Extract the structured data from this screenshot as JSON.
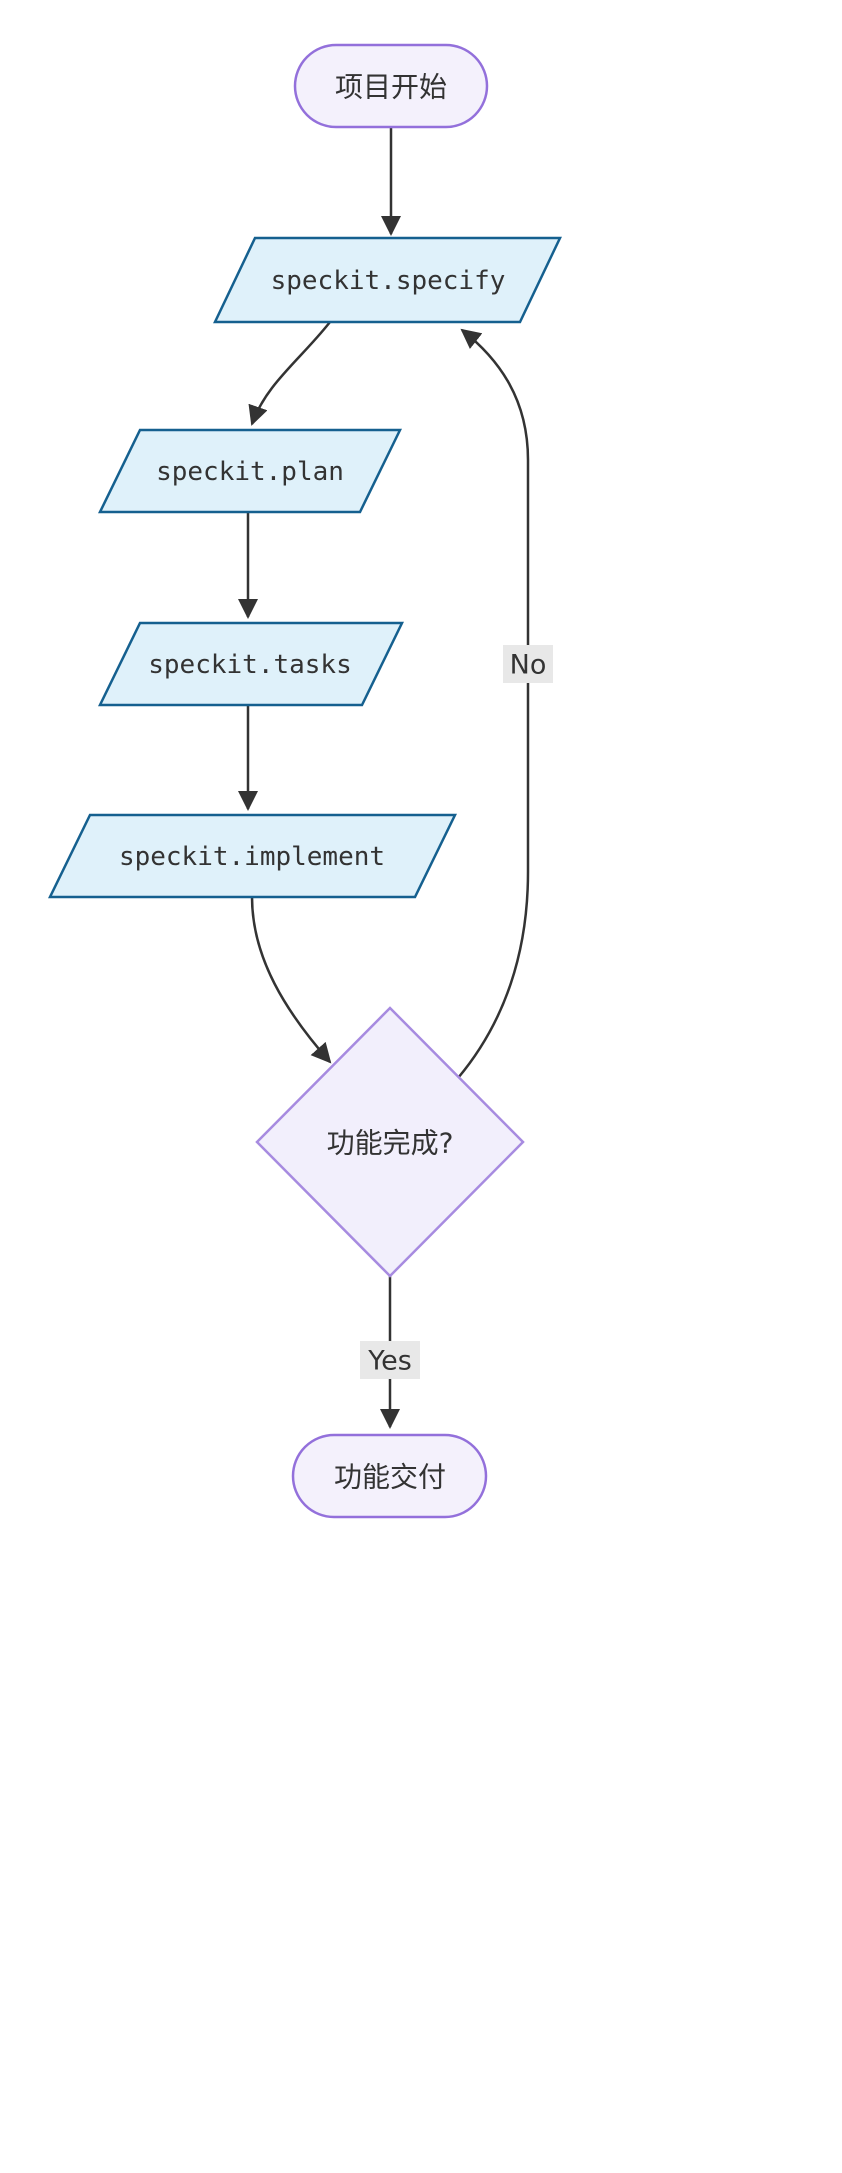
{
  "diagram": {
    "type": "flowchart",
    "direction": "top-down",
    "nodes": {
      "start": {
        "label": "项目开始",
        "shape": "stadium"
      },
      "specify": {
        "label": "speckit.specify",
        "shape": "parallelogram"
      },
      "plan": {
        "label": "speckit.plan",
        "shape": "parallelogram"
      },
      "tasks": {
        "label": "speckit.tasks",
        "shape": "parallelogram"
      },
      "implement": {
        "label": "speckit.implement",
        "shape": "parallelogram"
      },
      "decision": {
        "label": "功能完成?",
        "shape": "diamond"
      },
      "deliver": {
        "label": "功能交付",
        "shape": "stadium"
      }
    },
    "edges": [
      {
        "from": "start",
        "to": "specify",
        "label": ""
      },
      {
        "from": "specify",
        "to": "plan",
        "label": ""
      },
      {
        "from": "plan",
        "to": "tasks",
        "label": ""
      },
      {
        "from": "tasks",
        "to": "implement",
        "label": ""
      },
      {
        "from": "implement",
        "to": "decision",
        "label": ""
      },
      {
        "from": "decision",
        "to": "deliver",
        "label": "Yes"
      },
      {
        "from": "decision",
        "to": "specify",
        "label": "No"
      }
    ],
    "edge_labels": {
      "yes": "Yes",
      "no": "No"
    },
    "colors": {
      "stadium_fill": "#F4F1FC",
      "stadium_stroke": "#9370DB",
      "process_fill": "#DFF1FA",
      "process_stroke": "#15608F",
      "decision_fill": "#F2EFFC",
      "decision_stroke": "#A78BE0",
      "edge": "#333333",
      "edge_label_bg": "#E8E8E8",
      "text": "#333333"
    }
  }
}
